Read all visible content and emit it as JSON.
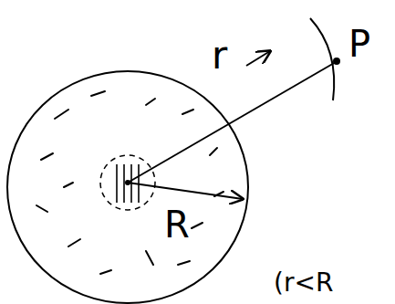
{
  "diagram": {
    "labels": [
      "r",
      "P",
      "R",
      "(r<R"
    ]
  }
}
